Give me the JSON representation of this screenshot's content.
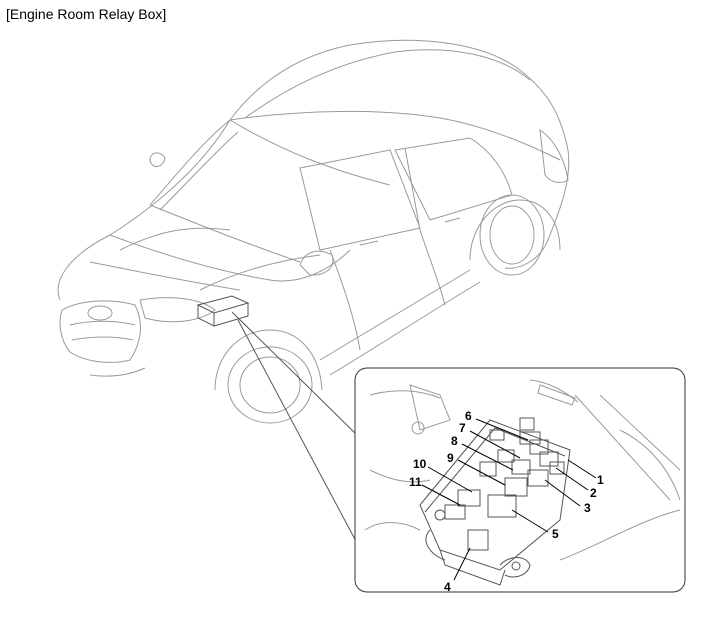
{
  "title": "[Engine Room Relay Box]",
  "callouts": [
    "1",
    "2",
    "3",
    "4",
    "5",
    "6",
    "7",
    "8",
    "9",
    "10",
    "11"
  ],
  "colors": {
    "line": "#9a9a9a",
    "ink": "#000000"
  }
}
